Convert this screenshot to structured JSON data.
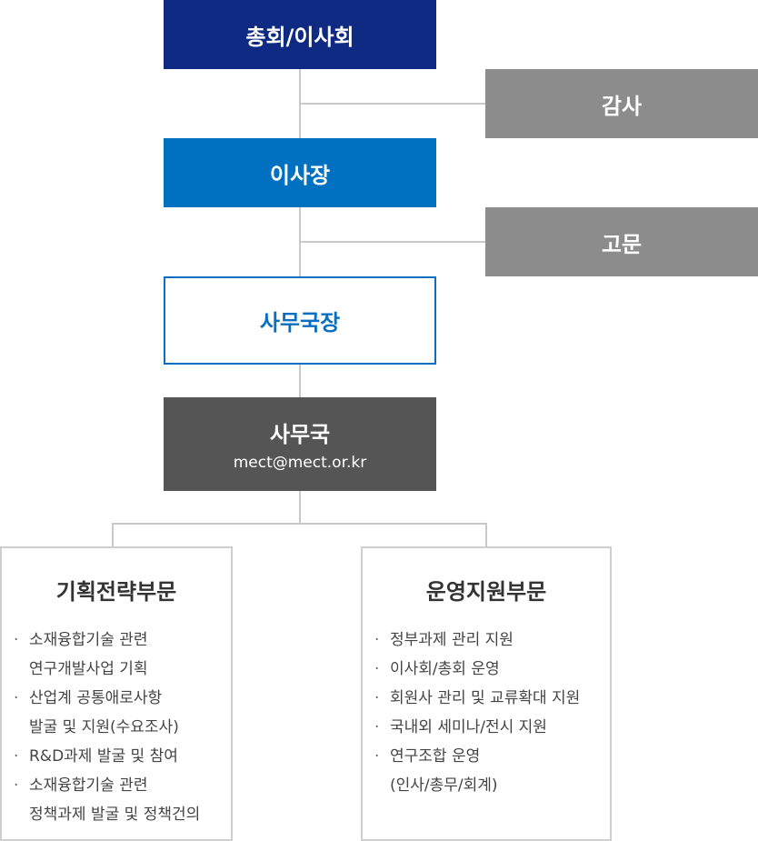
{
  "org": {
    "board": "총회/이사회",
    "audit": "감사",
    "chairman": "이사장",
    "advisor": "고문",
    "secretary_general": "사무국장",
    "office": {
      "title": "사무국",
      "email": "mect@mect.or.kr"
    }
  },
  "departments": [
    {
      "title": "기획전략부문",
      "items": [
        [
          "소재융합기술 관련",
          "연구개발사업 기획"
        ],
        [
          "산업계 공통애로사항",
          "발굴 및 지원(수요조사)"
        ],
        [
          "R&D과제 발굴 및 참여"
        ],
        [
          "소재융합기술 관련",
          "정책과제 발굴 및 정책건의"
        ]
      ]
    },
    {
      "title": "운영지원부문",
      "items": [
        [
          "정부과제 관리 지원"
        ],
        [
          "이사회/총회 운영"
        ],
        [
          "회원사 관리 및 교류확대 지원"
        ],
        [
          "국내외 세미나/전시 지원"
        ],
        [
          "연구조합 운영",
          "(인사/총무/회계)"
        ]
      ]
    }
  ]
}
